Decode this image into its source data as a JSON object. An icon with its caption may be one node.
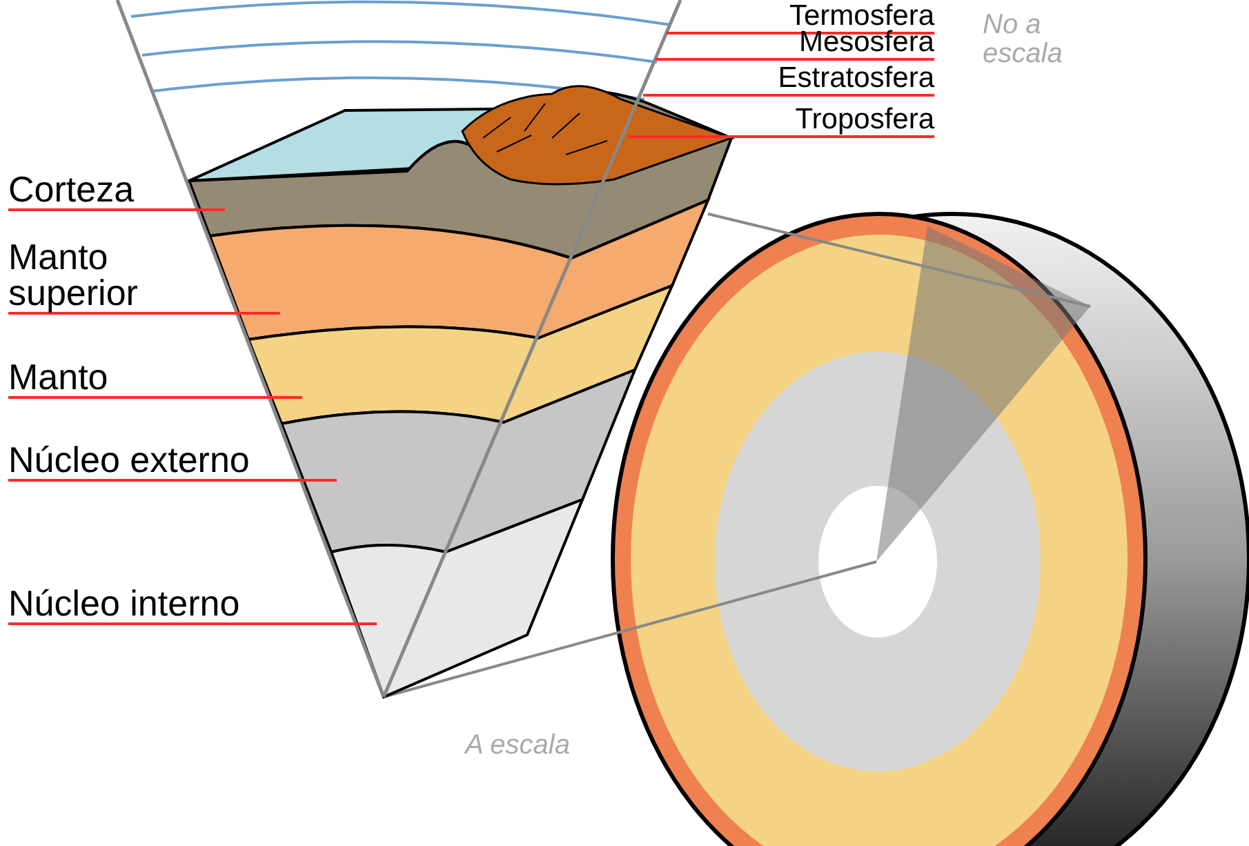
{
  "diagram": {
    "nodes": [
      {
        "text": [
          "Termosfera"
        ]
      },
      {
        "text": [
          "Mesosfera"
        ]
      },
      {
        "text": [
          "Estratosfera"
        ]
      },
      {
        "text": [
          "Troposfera"
        ]
      },
      {
        "text": [
          "Corteza"
        ]
      },
      {
        "text": [
          "Manto superior"
        ]
      },
      {
        "text": [
          "Manto"
        ]
      },
      {
        "text": [
          "Núcleo externo"
        ]
      },
      {
        "text": [
          "Núcleo interno"
        ]
      }
    ],
    "edges": [
      {
        "from": 0,
        "to": null,
        "arrow": "none"
      },
      {
        "from": 1,
        "to": null,
        "arrow": "none"
      },
      {
        "from": 2,
        "to": null,
        "arrow": "none"
      },
      {
        "from": 3,
        "to": null,
        "arrow": "none"
      },
      {
        "from": 4,
        "to": null,
        "arrow": "none"
      },
      {
        "from": 5,
        "to": null,
        "arrow": "none"
      },
      {
        "from": 6,
        "to": null,
        "arrow": "none"
      },
      {
        "from": 7,
        "to": null,
        "arrow": "none"
      },
      {
        "from": 8,
        "to": null,
        "arrow": "none"
      }
    ],
    "labels": [
      "No a escala",
      "A escala"
    ]
  }
}
